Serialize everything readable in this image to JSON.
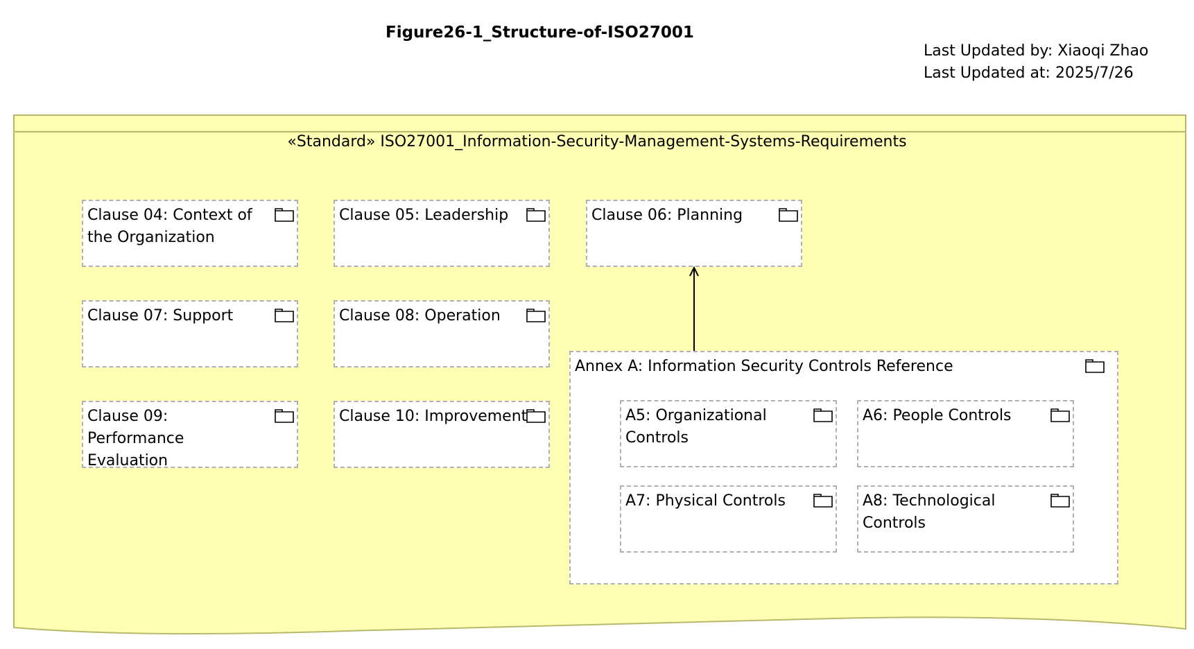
{
  "diagram": {
    "title": "Figure26-1_Structure-of-ISO27001",
    "last_updated_by": "Last Updated by: Xiaoqi Zhao",
    "last_updated_at": "Last Updated at: 2025/7/26"
  },
  "standard": {
    "label": "«Standard» ISO27001_Information-Security-Management-Systems-Requirements",
    "fill_color": "#ffffb3",
    "border_color": "#b8b86b"
  },
  "packages": {
    "clause04": "Clause 04: Context of the Organization",
    "clause05": "Clause 05: Leadership",
    "clause06": "Clause 06: Planning",
    "clause07": "Clause 07: Support",
    "clause08": "Clause 08: Operation",
    "clause09": "Clause 09: Performance Evaluation",
    "clause10": "Clause 10: Improvement"
  },
  "annex": {
    "label": "Annex A: Information Security Controls Reference",
    "a5": "A5: Organizational Controls",
    "a6": "A6: People Controls",
    "a7": "A7: Physical Controls",
    "a8": "A8: Technological Controls"
  },
  "relationships": [
    {
      "from": "Annex A: Information Security Controls Reference",
      "to": "Clause 06: Planning"
    }
  ],
  "icons": {
    "package": "folder-icon"
  }
}
